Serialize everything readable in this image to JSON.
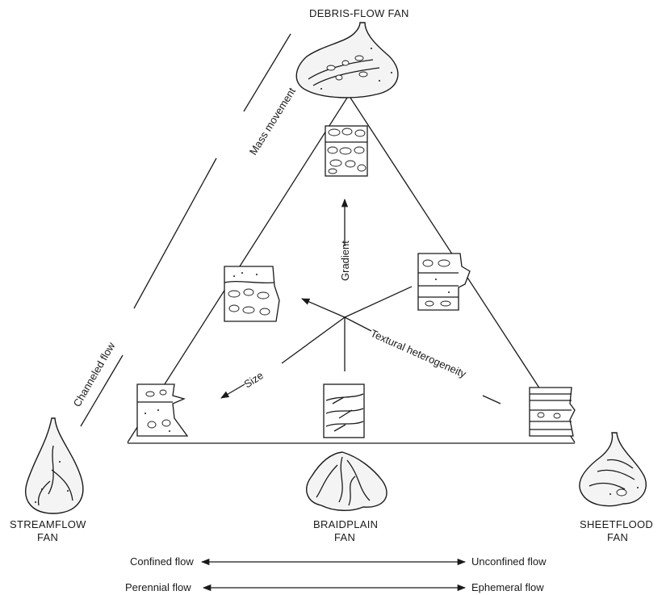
{
  "fans": {
    "debris_flow": "DEBRIS-FLOW FAN",
    "streamflow_line1": "STREAMFLOW",
    "streamflow_line2": "FAN",
    "braidplain_line1": "BRAIDPLAIN",
    "braidplain_line2": "FAN",
    "sheetflood_line1": "SHEETFLOOD",
    "sheetflood_line2": "FAN"
  },
  "side_labels": {
    "mass_movement": "Mass movement",
    "channeled_flow": "Channeled flow"
  },
  "axes": {
    "gradient": "Gradient",
    "size": "Size",
    "textural_heterogeneity": "Textural heterogeneity"
  },
  "bottom_scales": {
    "confined": "Confined flow",
    "unconfined": "Unconfined flow",
    "perennial": "Perennial flow",
    "ephemeral": "Ephemeral flow"
  }
}
